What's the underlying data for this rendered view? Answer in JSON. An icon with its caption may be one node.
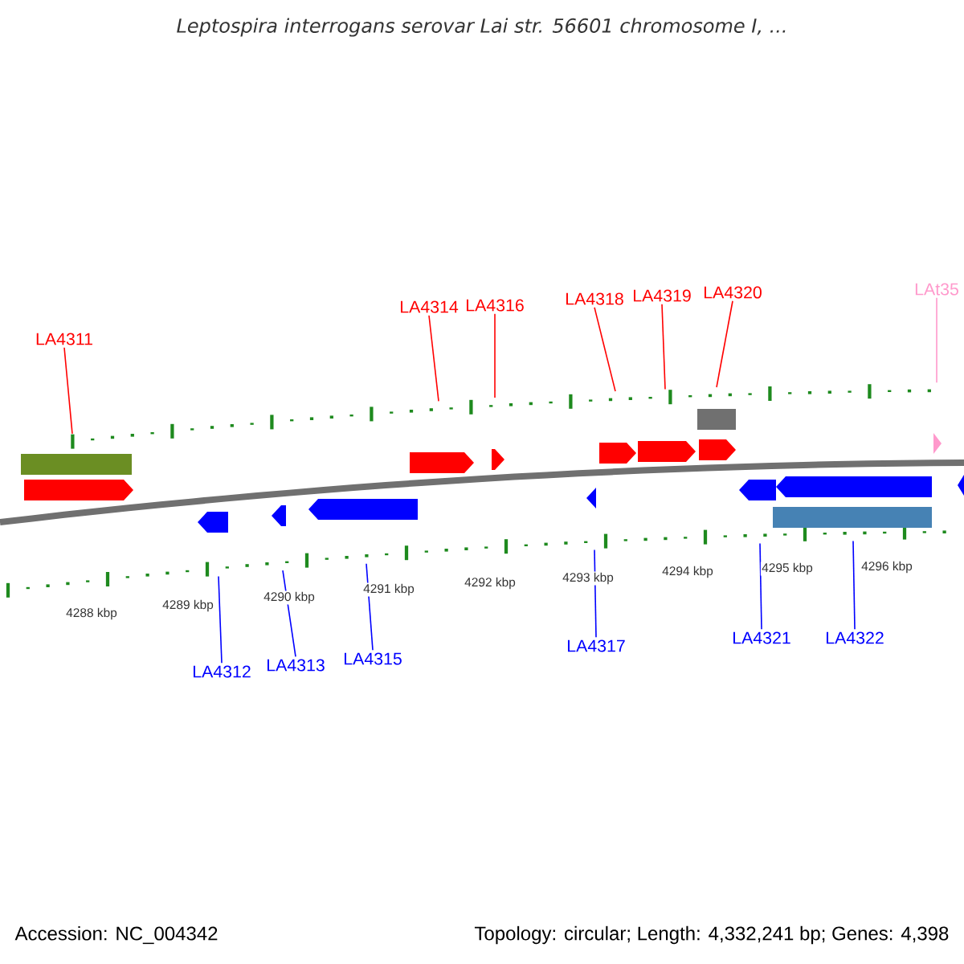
{
  "diagram": {
    "title": "*Leptospira interrogans serovar Lai str. 56601 chromosome I, ...*",
    "nodes": [
      {
        "text": [
          "LA4311"
        ]
      },
      {
        "text": [
          "LA4314"
        ]
      },
      {
        "text": [
          "LA4316"
        ]
      },
      {
        "text": [
          "LA4318"
        ]
      },
      {
        "text": [
          "LA4319"
        ]
      },
      {
        "text": [
          "LA4320"
        ]
      },
      {
        "text": [
          "LAt35"
        ]
      },
      {
        "text": [
          "LA4312"
        ]
      },
      {
        "text": [
          "LA4313"
        ]
      },
      {
        "text": [
          "LA4315"
        ]
      },
      {
        "text": [
          "LA4317"
        ]
      },
      {
        "text": [
          "LA4321"
        ]
      },
      {
        "text": [
          "LA4322"
        ]
      },
      {
        "text": [],
        "shape": "scale"
      },
      {
        "text": [],
        "shape": "scale"
      }
    ],
    "edges": [
      {
        "from": 0,
        "to": 13,
        "arrow": "none",
        "color": "#ff0000"
      },
      {
        "from": 1,
        "to": 13,
        "arrow": "none",
        "color": "#ff0000"
      },
      {
        "from": 2,
        "to": 13,
        "arrow": "none",
        "color": "#ff0000"
      },
      {
        "from": 3,
        "to": 13,
        "arrow": "none",
        "color": "#ff0000"
      },
      {
        "from": 4,
        "to": 13,
        "arrow": "none",
        "color": "#ff0000"
      },
      {
        "from": 5,
        "to": 13,
        "arrow": "none",
        "color": "#ff0000"
      },
      {
        "from": 6,
        "to": 13,
        "arrow": "none",
        "color": "#ff99cc"
      },
      {
        "from": 7,
        "to": 14,
        "arrow": "none",
        "color": "#0000ff"
      },
      {
        "from": 8,
        "to": 14,
        "arrow": "none",
        "color": "#0000ff"
      },
      {
        "from": 9,
        "to": 14,
        "arrow": "none",
        "color": "#0000ff"
      },
      {
        "from": 10,
        "to": 14,
        "arrow": "none",
        "color": "#0000ff"
      },
      {
        "from": 11,
        "to": 14,
        "arrow": "none",
        "color": "#0000ff"
      },
      {
        "from": 12,
        "to": 14,
        "arrow": "none",
        "color": "#0000ff"
      }
    ],
    "labels": [
      "4288 kbp",
      "4289 kbp",
      "4290 kbp",
      "4291 kbp",
      "4292 kbp",
      "4293 kbp",
      "4294 kbp",
      "4295 kbp",
      "4296 kbp",
      "Accession: NC_004342",
      "Topology: circular; Length: 4,332,241 bp; Genes: 4,398"
    ]
  }
}
